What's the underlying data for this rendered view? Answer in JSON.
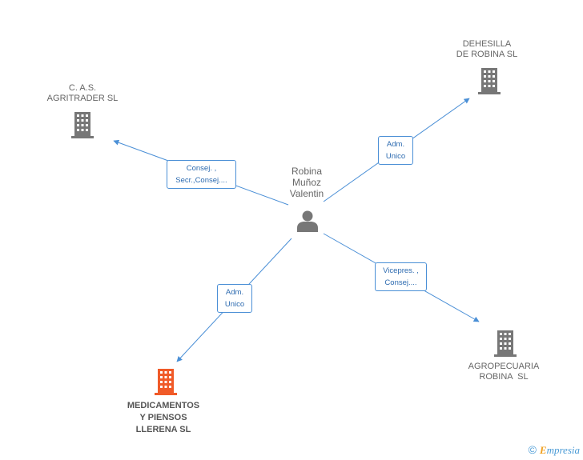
{
  "person": {
    "name_lines": [
      "Robina",
      "Muñoz",
      "Valentin"
    ],
    "icon": "person-icon"
  },
  "companies": [
    {
      "id": "cas",
      "name_lines": [
        "C. A.S.",
        "AGRITRADER SL"
      ],
      "icon": "building-icon",
      "color": "#777777"
    },
    {
      "id": "dehesilla",
      "name_lines": [
        "DEHESILLA",
        "DE ROBINA SL"
      ],
      "icon": "building-icon",
      "color": "#777777"
    },
    {
      "id": "agropecuaria",
      "name_lines": [
        "AGROPECUARIA",
        "ROBINA  SL"
      ],
      "icon": "building-icon",
      "color": "#777777"
    },
    {
      "id": "medicamentos",
      "name_lines": [
        "MEDICAMENTOS",
        "Y PIENSOS",
        "LLERENA SL"
      ],
      "icon": "building-icon",
      "color": "#f05a28",
      "focus": true
    }
  ],
  "relations": [
    {
      "to": "cas",
      "label_lines": [
        "Consej. ,",
        "Secr.,Consej...."
      ]
    },
    {
      "to": "dehesilla",
      "label_lines": [
        "Adm.",
        "Unico"
      ]
    },
    {
      "to": "agropecuaria",
      "label_lines": [
        "Vicepres. ,",
        "Consej...."
      ]
    },
    {
      "to": "medicamentos",
      "label_lines": [
        "Adm.",
        "Unico"
      ]
    }
  ],
  "colors": {
    "edge": "#4a8fd6",
    "building": "#777777",
    "building_focus": "#f05a28",
    "person": "#777777"
  },
  "footer": {
    "copyright": "©",
    "brand_initial": "E",
    "brand_rest": "mpresia"
  }
}
